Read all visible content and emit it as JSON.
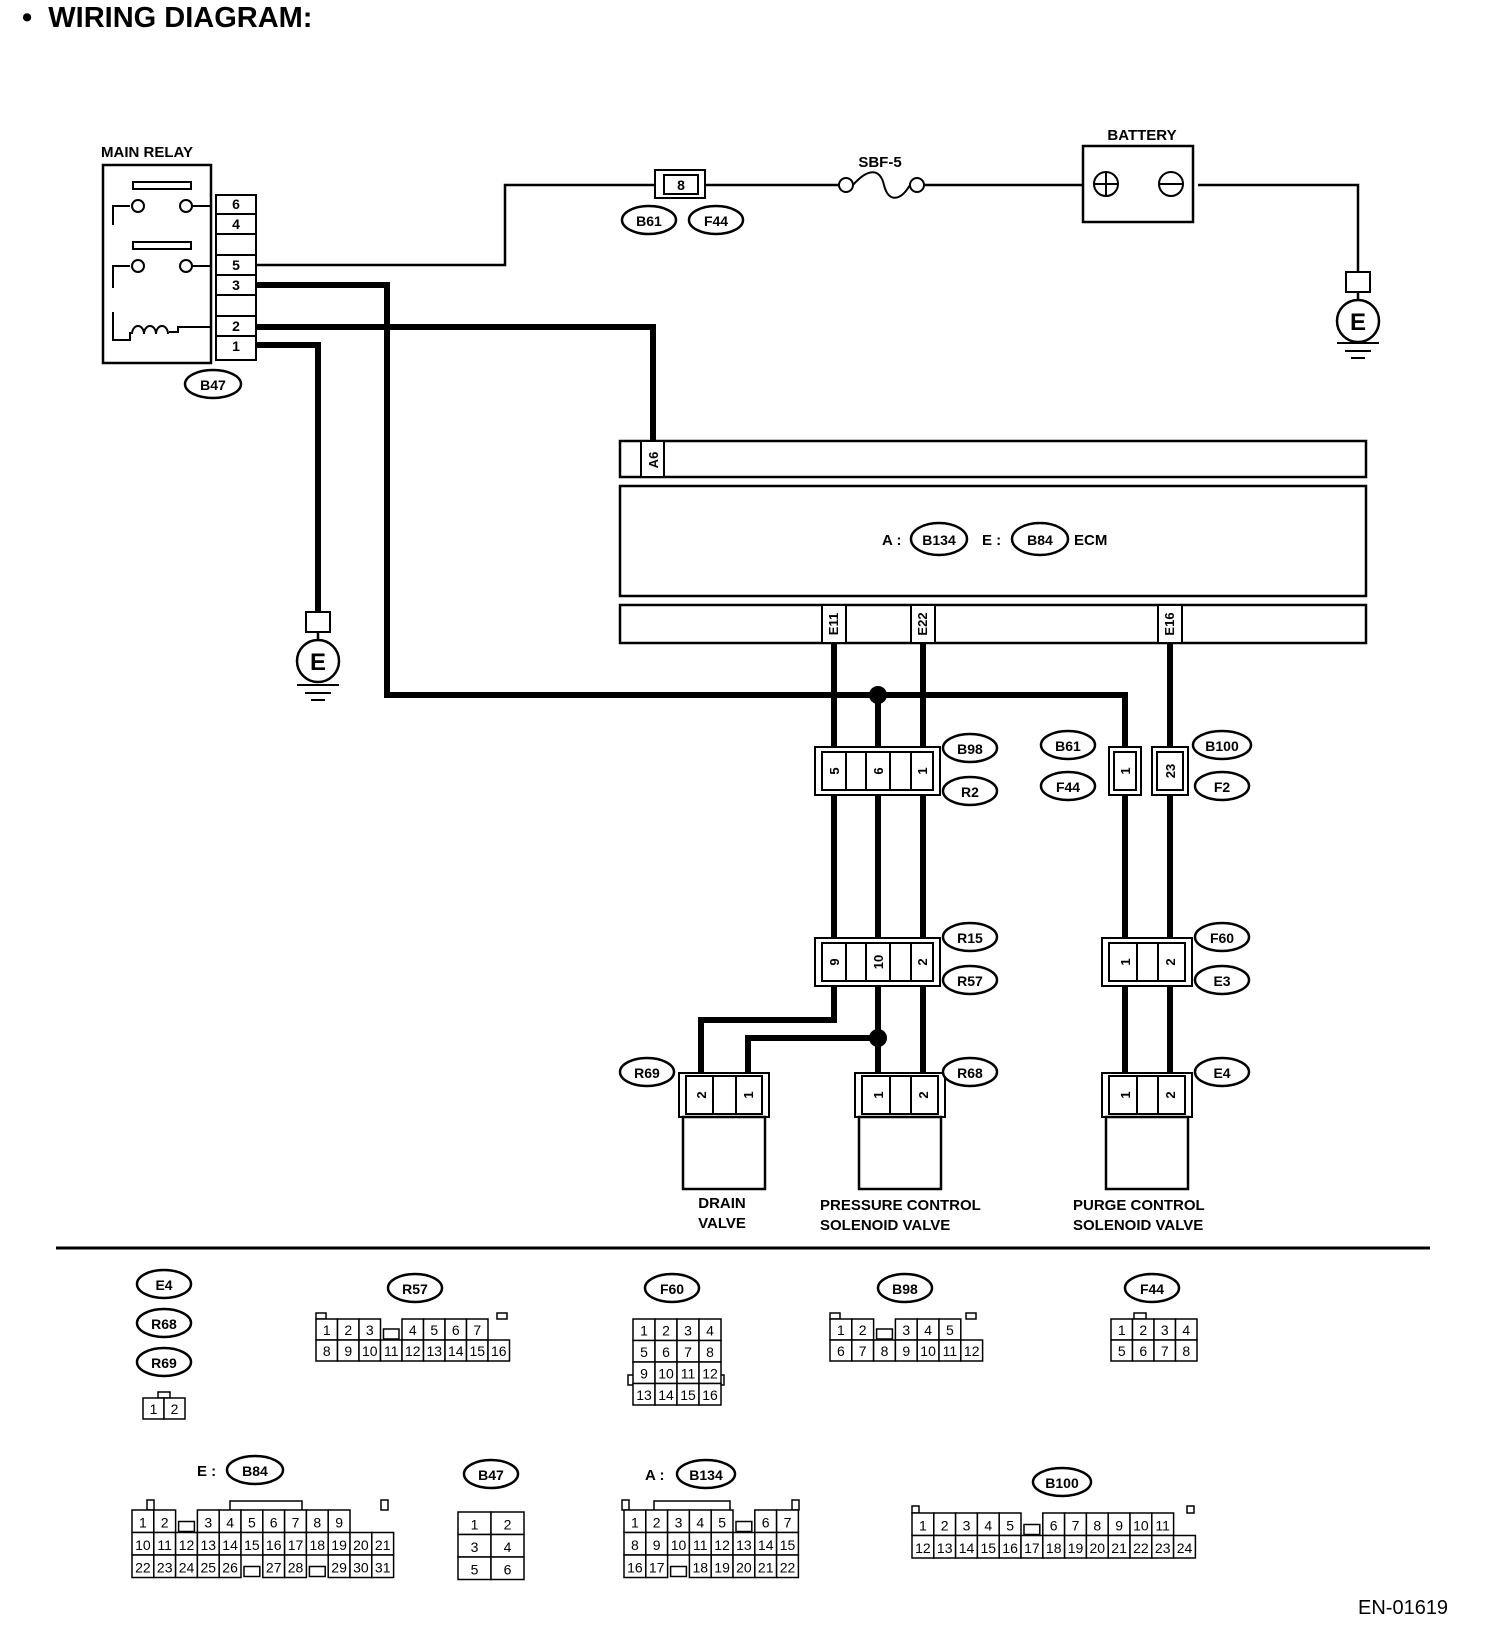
{
  "title": "WIRING DIAGRAM:",
  "bullet": "•",
  "doc_code": "EN-01619",
  "components": {
    "main_relay": {
      "label": "MAIN RELAY",
      "connector": "B47",
      "pins": [
        "6",
        "4",
        "5",
        "3",
        "2",
        "1"
      ]
    },
    "fuse_connector": {
      "pin": "8",
      "connectors": [
        "B61",
        "F44"
      ]
    },
    "fuse": {
      "label": "SBF-5"
    },
    "battery": {
      "label": "BATTERY"
    },
    "ground": {
      "symbol": "E"
    },
    "ecm": {
      "label": "ECM",
      "connector_a_prefix": "A :",
      "connector_a": "B134",
      "connector_e_prefix": "E :",
      "connector_e": "B84",
      "top_pin": "A6",
      "bottom_pins": [
        "E11",
        "E22",
        "E16"
      ]
    },
    "joint_b98": {
      "pins": [
        "5",
        "6",
        "1"
      ],
      "connectors": [
        "B98",
        "R2"
      ]
    },
    "joint_r15": {
      "pins": [
        "9",
        "10",
        "2"
      ],
      "connectors": [
        "R15",
        "R57"
      ]
    },
    "joint_b61": {
      "pin": "1",
      "connectors": [
        "B61",
        "F44"
      ]
    },
    "joint_b100": {
      "pin": "23",
      "connectors": [
        "B100",
        "F2"
      ]
    },
    "joint_f60": {
      "pins": [
        "1",
        "2"
      ],
      "connectors": [
        "F60",
        "E3"
      ]
    },
    "drain_valve": {
      "label_line1": "DRAIN",
      "label_line2": "VALVE",
      "connector": "R69",
      "pins": [
        "2",
        "1"
      ]
    },
    "pressure_valve": {
      "label_line1": "PRESSURE CONTROL",
      "label_line2": "SOLENOID VALVE",
      "connector": "R68",
      "pins": [
        "1",
        "2"
      ]
    },
    "purge_valve": {
      "label_line1": "PURGE CONTROL",
      "label_line2": "SOLENOID VALVE",
      "connector": "E4",
      "pins": [
        "1",
        "2"
      ]
    }
  },
  "connector_faces": {
    "e4_group": {
      "labels": [
        "E4",
        "R68",
        "R69"
      ],
      "rows": [
        [
          "1",
          "2"
        ]
      ]
    },
    "r57": {
      "label": "R57",
      "rows": [
        [
          "1",
          "2",
          "3",
          "",
          "4",
          "5",
          "6",
          "7"
        ],
        [
          "8",
          "9",
          "10",
          "11",
          "12",
          "13",
          "14",
          "15",
          "16"
        ]
      ]
    },
    "f60": {
      "label": "F60",
      "rows": [
        [
          "1",
          "2",
          "3",
          "4"
        ],
        [
          "5",
          "6",
          "7",
          "8"
        ],
        [
          "9",
          "10",
          "11",
          "12"
        ],
        [
          "13",
          "14",
          "15",
          "16"
        ]
      ]
    },
    "b98": {
      "label": "B98",
      "rows": [
        [
          "1",
          "2",
          "",
          "3",
          "4",
          "5"
        ],
        [
          "6",
          "7",
          "8",
          "9",
          "10",
          "11",
          "12"
        ]
      ]
    },
    "f44": {
      "label": "F44",
      "rows": [
        [
          "1",
          "2",
          "3",
          "4"
        ],
        [
          "5",
          "6",
          "7",
          "8"
        ]
      ]
    },
    "b84": {
      "prefix": "E :",
      "label": "B84",
      "rows": [
        [
          "1",
          "2",
          "",
          "3",
          "4",
          "5",
          "6",
          "7",
          "8",
          "9"
        ],
        [
          "10",
          "11",
          "12",
          "13",
          "14",
          "15",
          "16",
          "17",
          "18",
          "19",
          "20",
          "21"
        ],
        [
          "22",
          "23",
          "24",
          "25",
          "26",
          "",
          "27",
          "28",
          "",
          "29",
          "30",
          "31"
        ]
      ]
    },
    "b47": {
      "label": "B47",
      "rows": [
        [
          "1",
          "2"
        ],
        [
          "3",
          "4"
        ],
        [
          "5",
          "6"
        ]
      ]
    },
    "b134": {
      "prefix": "A :",
      "label": "B134",
      "rows": [
        [
          "1",
          "2",
          "3",
          "4",
          "5",
          "",
          "6",
          "7"
        ],
        [
          "8",
          "9",
          "10",
          "11",
          "12",
          "13",
          "14",
          "15"
        ],
        [
          "16",
          "17",
          "",
          "18",
          "19",
          "20",
          "21",
          "22"
        ]
      ]
    },
    "b100": {
      "label": "B100",
      "rows": [
        [
          "1",
          "2",
          "3",
          "4",
          "5",
          "",
          "6",
          "7",
          "8",
          "9",
          "10",
          "11"
        ],
        [
          "12",
          "13",
          "14",
          "15",
          "16",
          "17",
          "18",
          "19",
          "20",
          "21",
          "22",
          "23",
          "24"
        ]
      ]
    }
  }
}
